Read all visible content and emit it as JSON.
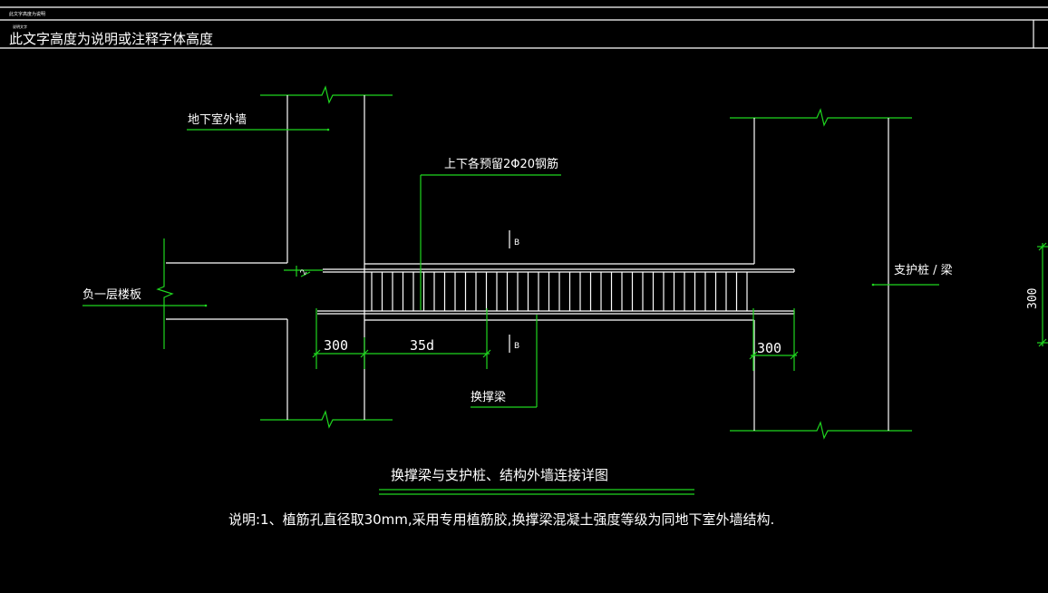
{
  "header": {
    "tiny_line_1": "此文字高度为说明",
    "tiny_line_2": "说明文字",
    "title": "此文字高度为说明或注释字体高度"
  },
  "labels": {
    "basement_wall": "地下室外墙",
    "rebar_note": "上下各预留2Φ20钢筋",
    "section_mark_top": "B",
    "section_mark_bottom": "B",
    "slab": "负一层楼板",
    "beam": "换撑梁",
    "pile": "支护桩 / 梁",
    "dim_300_left": "300",
    "dim_35d": "35d",
    "dim_300_right": "300",
    "dim_300_vertical": "300",
    "small_mark": "2"
  },
  "footer": {
    "drawing_title": "换撑梁与支护桩、结构外墙连接详图",
    "note": "说明:1、植筋孔直径取30mm,采用专用植筋胶,换撑梁混凝土强度等级为同地下室外墙结构."
  },
  "colors": {
    "background": "#000000",
    "line_white": "#ffffff",
    "line_green": "#1fd61f"
  }
}
